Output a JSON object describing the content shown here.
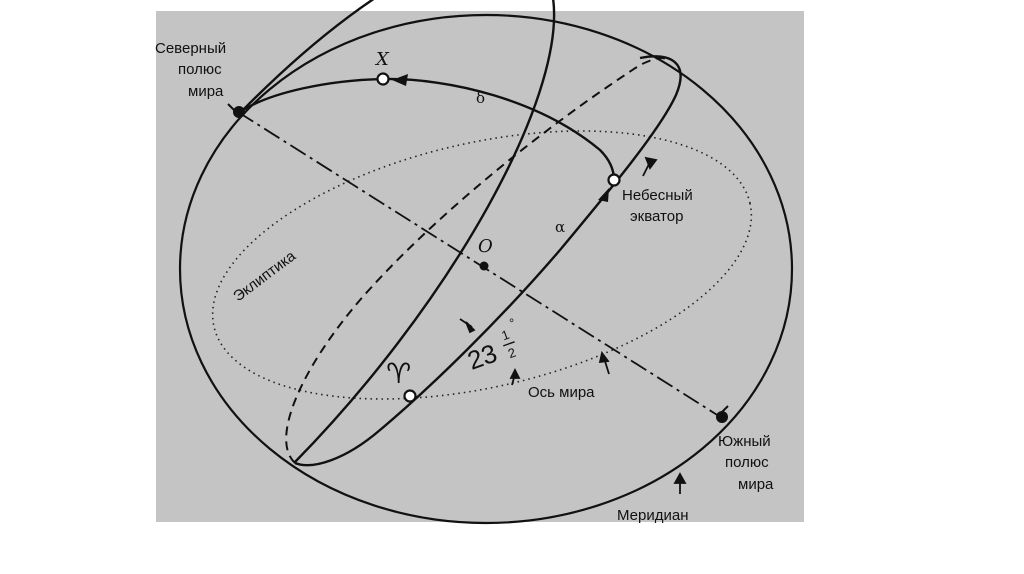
{
  "labels": {
    "north_pole": [
      "Северный",
      "полюс",
      "мира"
    ],
    "south_pole": [
      "Южный",
      "полюс",
      "мира"
    ],
    "celestial_equator": [
      "Небесный",
      "экватор"
    ],
    "ecliptic": "Эклиптика",
    "axis": "Ось мира",
    "meridian": "Меридиан",
    "star": "X",
    "center": "O",
    "alpha": "α",
    "delta": "δ",
    "angle_whole": "23",
    "angle_num": "1",
    "angle_den": "2",
    "angle_deg": "°",
    "vernal_equinox": "♈"
  },
  "colors": {
    "background": "#c4c4c4",
    "ink": "#111111"
  }
}
